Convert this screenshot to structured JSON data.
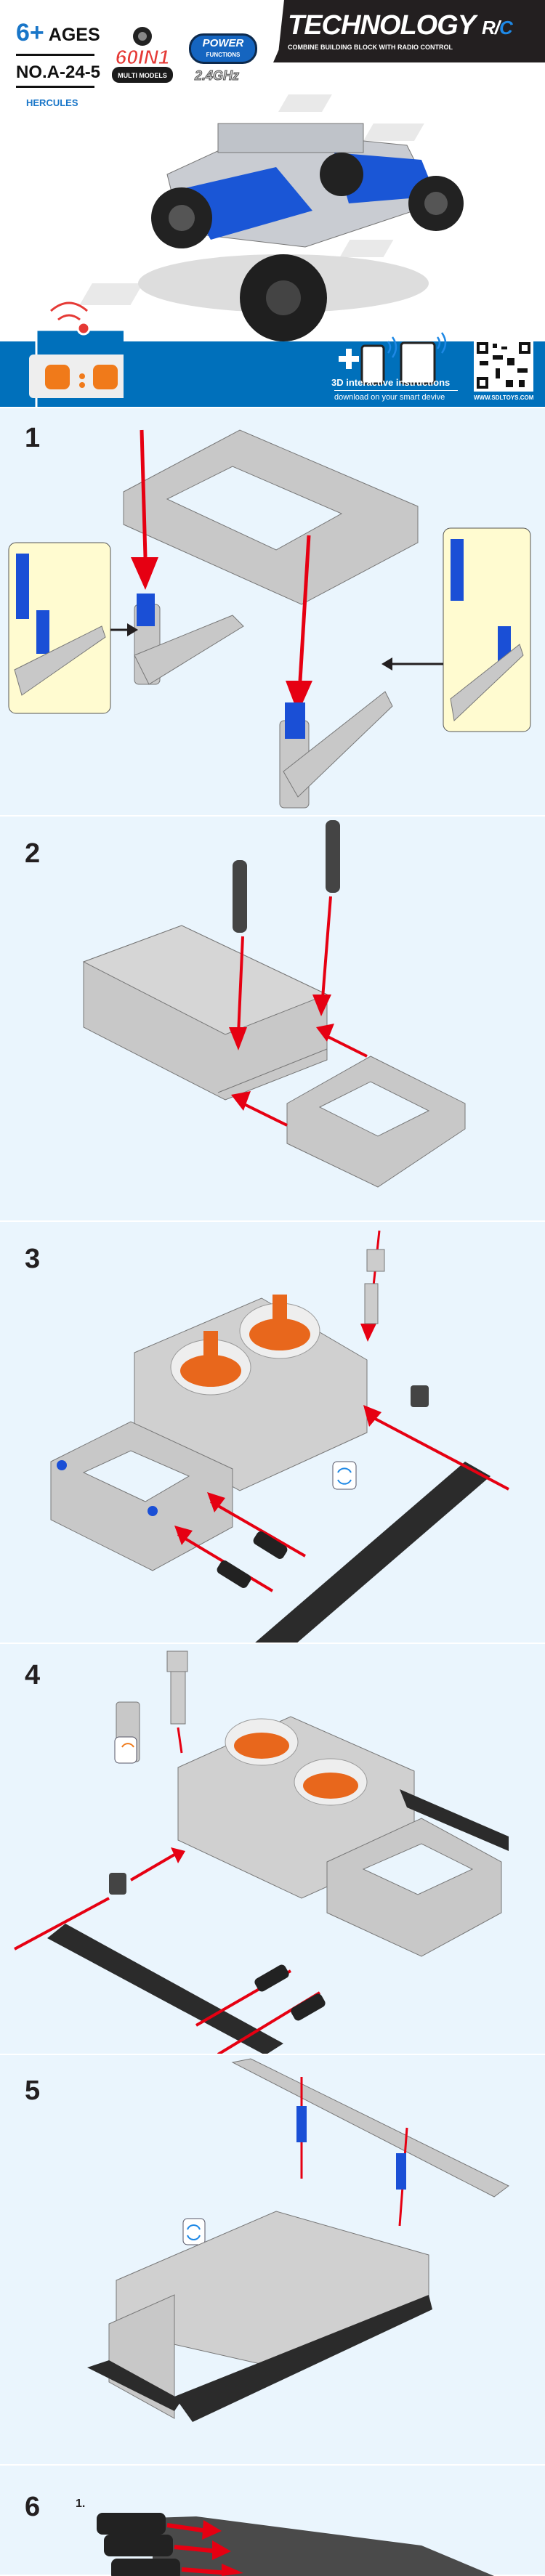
{
  "header": {
    "ages_number": "6+",
    "ages_label": "AGES",
    "model_number": "NO.A-24-5",
    "model_name": "HERCULES",
    "badge_60in1": "60IN1",
    "badge_multi": "MULTI MODELS",
    "power_title": "POWER",
    "power_sub": "FUNCTIONS",
    "frequency": "2.4GHz",
    "brand_title": "TECHNOLOGY",
    "brand_rc_r": "R/",
    "brand_rc_c": "C",
    "brand_tagline": "COMBINE BUILDING BLOCK WITH RADIO CONTROL",
    "instructions_title": "3D interactive instructions",
    "instructions_sub": "download on your smart devive",
    "website": "WWW.SDLTOYS.COM"
  },
  "steps": [
    {
      "number": "1"
    },
    {
      "number": "2"
    },
    {
      "number": "3"
    },
    {
      "number": "4"
    },
    {
      "number": "5"
    },
    {
      "number": "6",
      "substep": "1."
    }
  ],
  "colors": {
    "brand_blue": "#0070bb",
    "panel_bg": "#eaf5fd",
    "arrow_red": "#e60012",
    "callout_bg": "#fffbd0"
  }
}
